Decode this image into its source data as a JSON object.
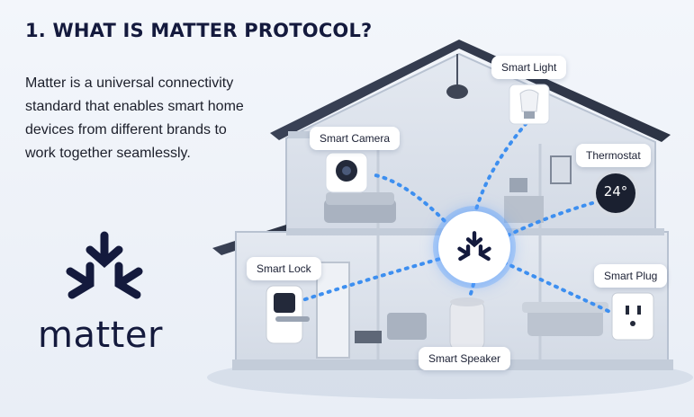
{
  "heading": {
    "title": "1. WHAT IS MATTER PROTOCOL?"
  },
  "intro": {
    "lines": [
      "Matter is a universal connectivity",
      "standard that enables smart home",
      "devices from different brands to",
      "work together seamlessly."
    ]
  },
  "brand": {
    "wordmark": "matter",
    "logo_icon": "matter-logo-icon"
  },
  "devices": {
    "smart_light": "Smart Light",
    "smart_camera": "Smart Camera",
    "thermostat": "Thermostat",
    "thermostat_reading": "24°",
    "smart_lock": "Smart Lock",
    "smart_plug": "Smart Plug",
    "smart_speaker": "Smart Speaker"
  },
  "colors": {
    "title": "#141a3d",
    "connection": "#3d8ff0",
    "hub_glow": "#5aa0ff"
  }
}
